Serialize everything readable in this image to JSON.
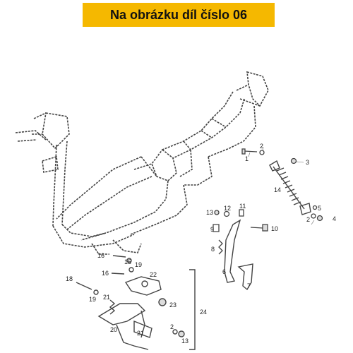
{
  "banner": {
    "text": "Na obrázku díl číslo 06",
    "background": "#f5b800"
  },
  "callouts": {
    "c1": "1",
    "c2a": "2",
    "c3": "3",
    "c14": "14",
    "c5": "5",
    "c2b": "2",
    "c4": "4",
    "c13a": "13",
    "c12": "12",
    "c11": "11",
    "c10": "10",
    "c9": "9",
    "c8": "8",
    "c6": "6",
    "c7": "7",
    "c16a": "16",
    "c15": "15",
    "c19a": "19",
    "c16b": "16",
    "c22": "22",
    "c18": "18",
    "c19b": "19",
    "c21a": "21",
    "c23": "23",
    "c24": "24",
    "c20": "20",
    "c21b": "21",
    "c2c": "2",
    "c13b": "13"
  },
  "colors": {
    "line": "#444444",
    "text": "#222222"
  }
}
